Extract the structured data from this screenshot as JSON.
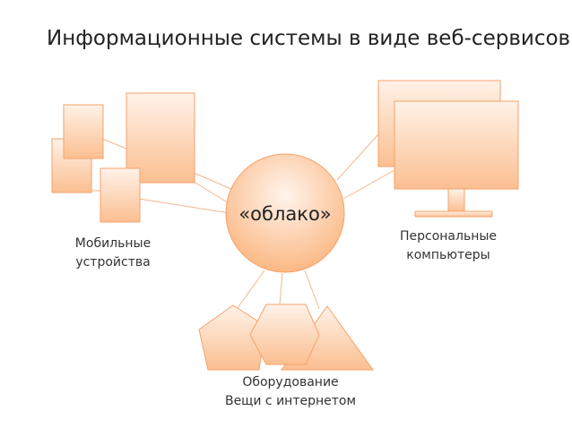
{
  "title": "Информационные системы в виде веб-сервисов",
  "center": {
    "label": "«облако»"
  },
  "groups": {
    "mobile": {
      "line1": "Мобильные",
      "line2": "устройства"
    },
    "pc": {
      "line1": "Персональные",
      "line2": "компьютеры"
    },
    "hardware": {
      "line1": "Оборудование",
      "line2": "Вещи с интернетом"
    }
  },
  "colors": {
    "fill_light": "#fde6d3",
    "fill_dark": "#f9b07a",
    "stroke": "#f4a26a",
    "connector": "#f3b68a"
  }
}
